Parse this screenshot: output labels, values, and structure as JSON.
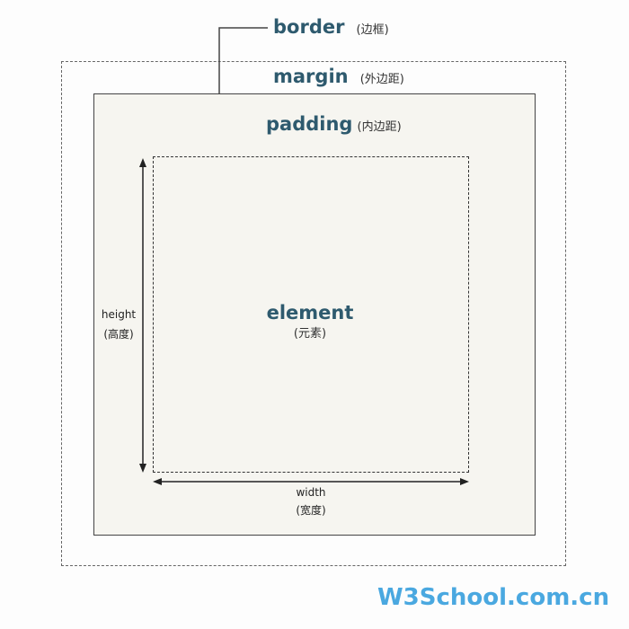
{
  "labels": {
    "border": "border",
    "border_cn": "(边框)",
    "margin": "margin",
    "margin_cn": "(外边距)",
    "padding": "padding",
    "padding_cn": "(内边距)",
    "element": "element",
    "element_cn": "(元素)",
    "height": "height",
    "height_cn": "(高度)",
    "width": "width",
    "width_cn": "(宽度)"
  },
  "logo": "W3School.com.cn",
  "colors": {
    "label": "#2e5a6e",
    "logo": "#4aa8e0",
    "border_area": "#f6f5f0"
  }
}
